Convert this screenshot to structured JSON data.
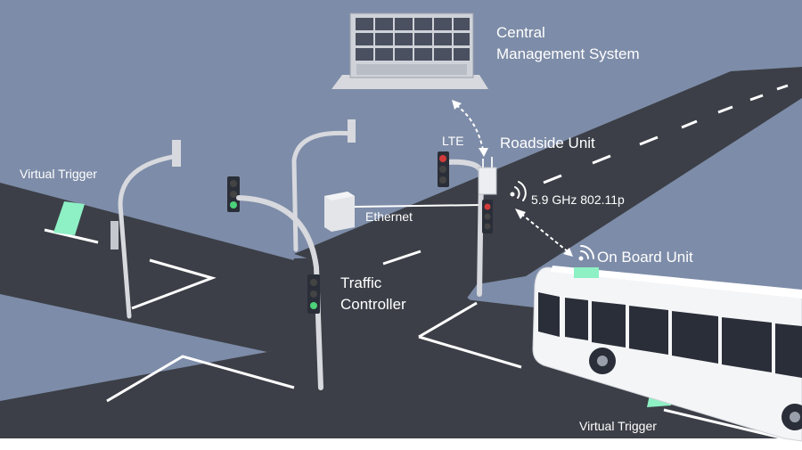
{
  "labels": {
    "central_line1": "Central",
    "central_line2": "Management System",
    "lte": "LTE",
    "roadside_unit": "Roadside Unit",
    "freq": "5.9 GHz 802.11p",
    "ethernet": "Ethernet",
    "on_board_unit": "On Board Unit",
    "traffic_line1": "Traffic",
    "traffic_line2": "Controller",
    "virtual_trigger_left": "Virtual Trigger",
    "virtual_trigger_right": "Virtual Trigger"
  },
  "colors": {
    "background": "#7d8ca8",
    "road": "#3c3f47",
    "road_marking": "#ffffff",
    "pole": "#d7d9de",
    "trigger": "#8ef0c5",
    "signal_red": "#d23a3a",
    "signal_green": "#4bd27a",
    "bus_body": "#f4f5f7",
    "bus_window": "#2a2e38"
  },
  "icons": [
    "monitor-wall-icon",
    "traffic-light-icon",
    "wifi-signal-icon",
    "bus-icon",
    "controller-cabinet-icon"
  ]
}
